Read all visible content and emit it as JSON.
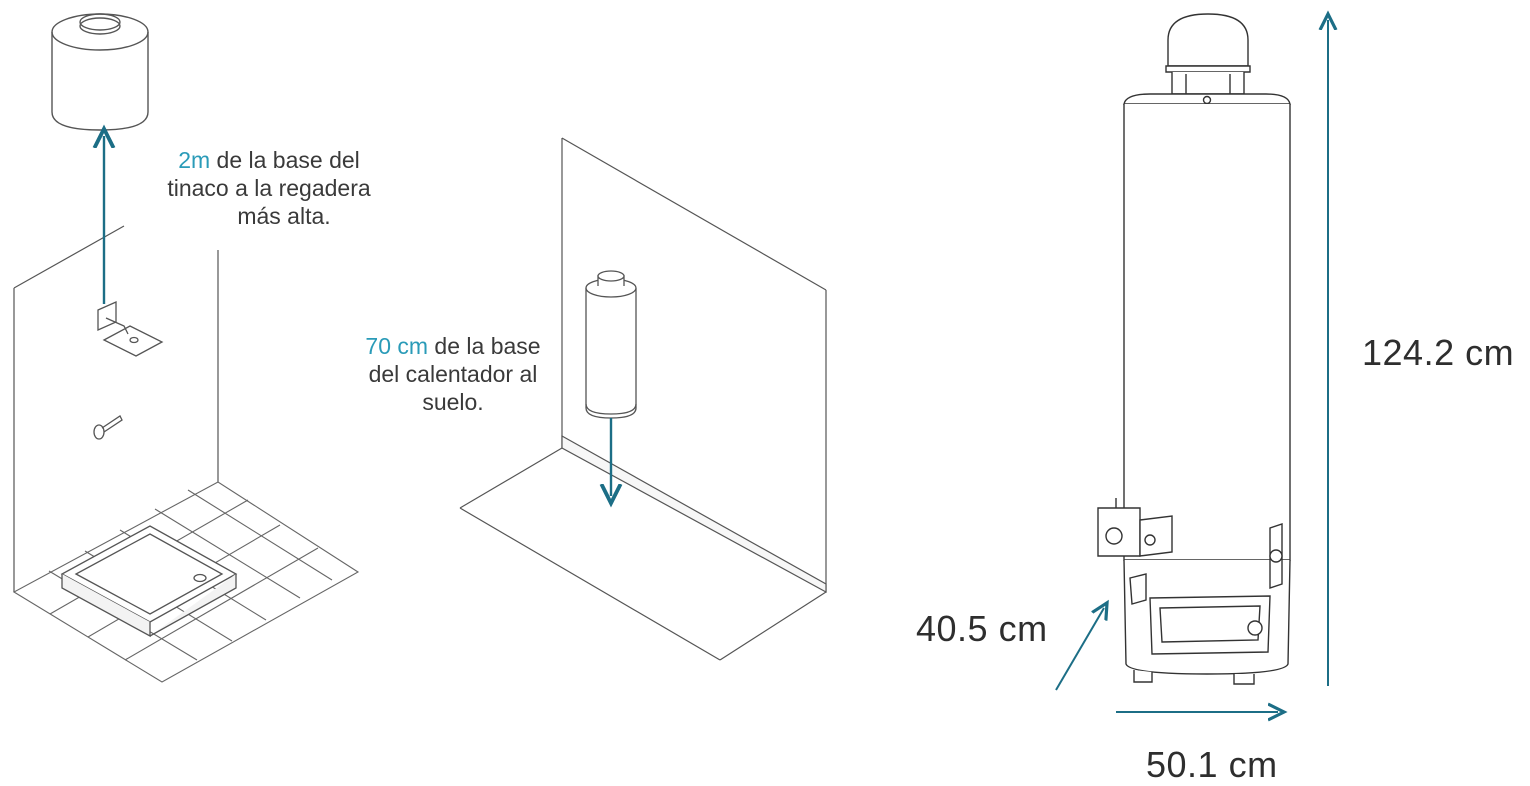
{
  "scene1": {
    "highlight": "2m",
    "line1_rest": " de la base del",
    "line2": "tinaco a la regadera",
    "line3": "más alta."
  },
  "scene2": {
    "highlight": "70 cm",
    "line1_rest": " de la base",
    "line2": "del calentador al",
    "line3": "suelo."
  },
  "heater": {
    "height_label": "124.2 cm",
    "depth_label": "40.5 cm",
    "width_label": "50.1 cm"
  },
  "colors": {
    "accent": "#2a9bb8",
    "arrow": "#1c6e86",
    "line": "#5a5a5a",
    "text": "#3a3a3a"
  }
}
